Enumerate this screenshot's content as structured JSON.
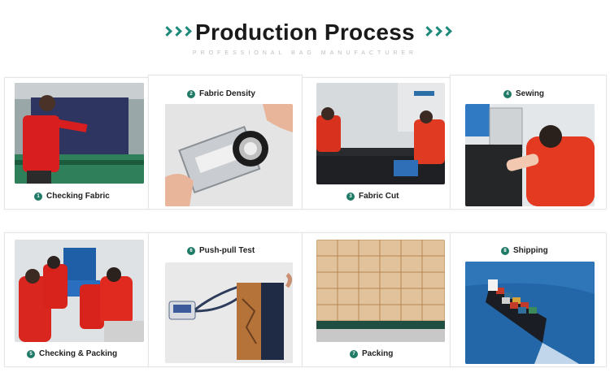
{
  "header": {
    "title": "Production Process",
    "subtitle": "PROFESSIONAL BAG MANUFACTURER"
  },
  "steps": [
    {
      "num": "1",
      "label": "Checking Fabric"
    },
    {
      "num": "2",
      "label": "Fabric Density"
    },
    {
      "num": "3",
      "label": "Fabric Cut"
    },
    {
      "num": "4",
      "label": "Sewing"
    },
    {
      "num": "5",
      "label": "Checking & Packing"
    },
    {
      "num": "6",
      "label": "Push-pull Test"
    },
    {
      "num": "7",
      "label": "Packing"
    },
    {
      "num": "8",
      "label": "Shipping"
    }
  ],
  "colors": {
    "accent": "#1f7a66",
    "chevron": "#1f8a7a",
    "title": "#1a1a1a"
  }
}
